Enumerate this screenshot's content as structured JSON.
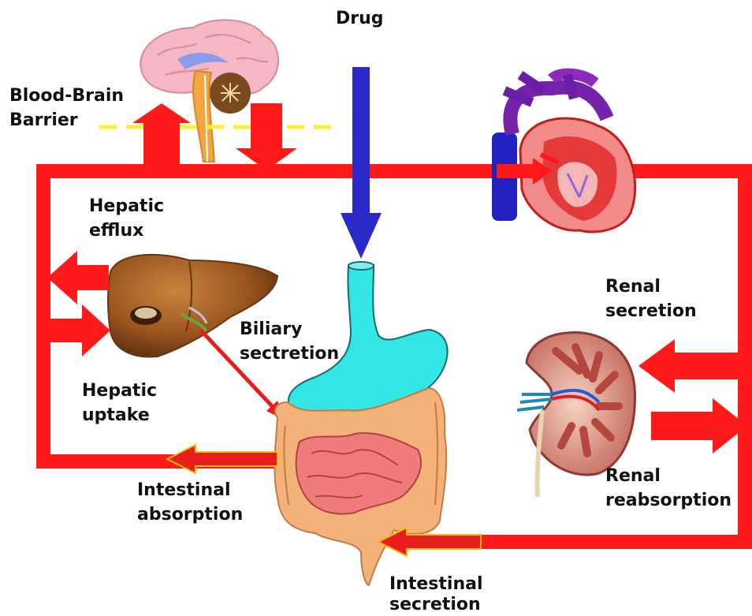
{
  "labels": {
    "drug": "Drug",
    "bbb": [
      "Blood-Brain",
      "Barrier"
    ],
    "hepatic_efflux": [
      "Hepatic",
      "efflux"
    ],
    "hepatic_uptake": [
      "Hepatic",
      "uptake"
    ],
    "biliary": [
      "Biliary",
      "sectretion"
    ],
    "renal_secretion": [
      "Renal",
      "secretion"
    ],
    "renal_reabsorption": [
      "Renal",
      "reabsorption"
    ],
    "intestinal_absorption": [
      "Intestinal",
      "absorption"
    ],
    "intestinal_secretion": [
      "Intestinal",
      "secretion"
    ]
  },
  "organs": [
    "brain",
    "heart",
    "liver",
    "stomach",
    "intestine",
    "kidney"
  ],
  "colors": {
    "circulation": "#ff1a1a",
    "drug_arrow": "#2a2ac8",
    "bbb_line": "#ffee33",
    "stomach": "#33e6e6",
    "intestine_outer": "#f2b27a",
    "intestine_inner": "#ee7c7c",
    "liver": "#8e4a1a",
    "gut_arrow": "#e61e1e",
    "gut_arrow_outline": "#f5c000"
  }
}
